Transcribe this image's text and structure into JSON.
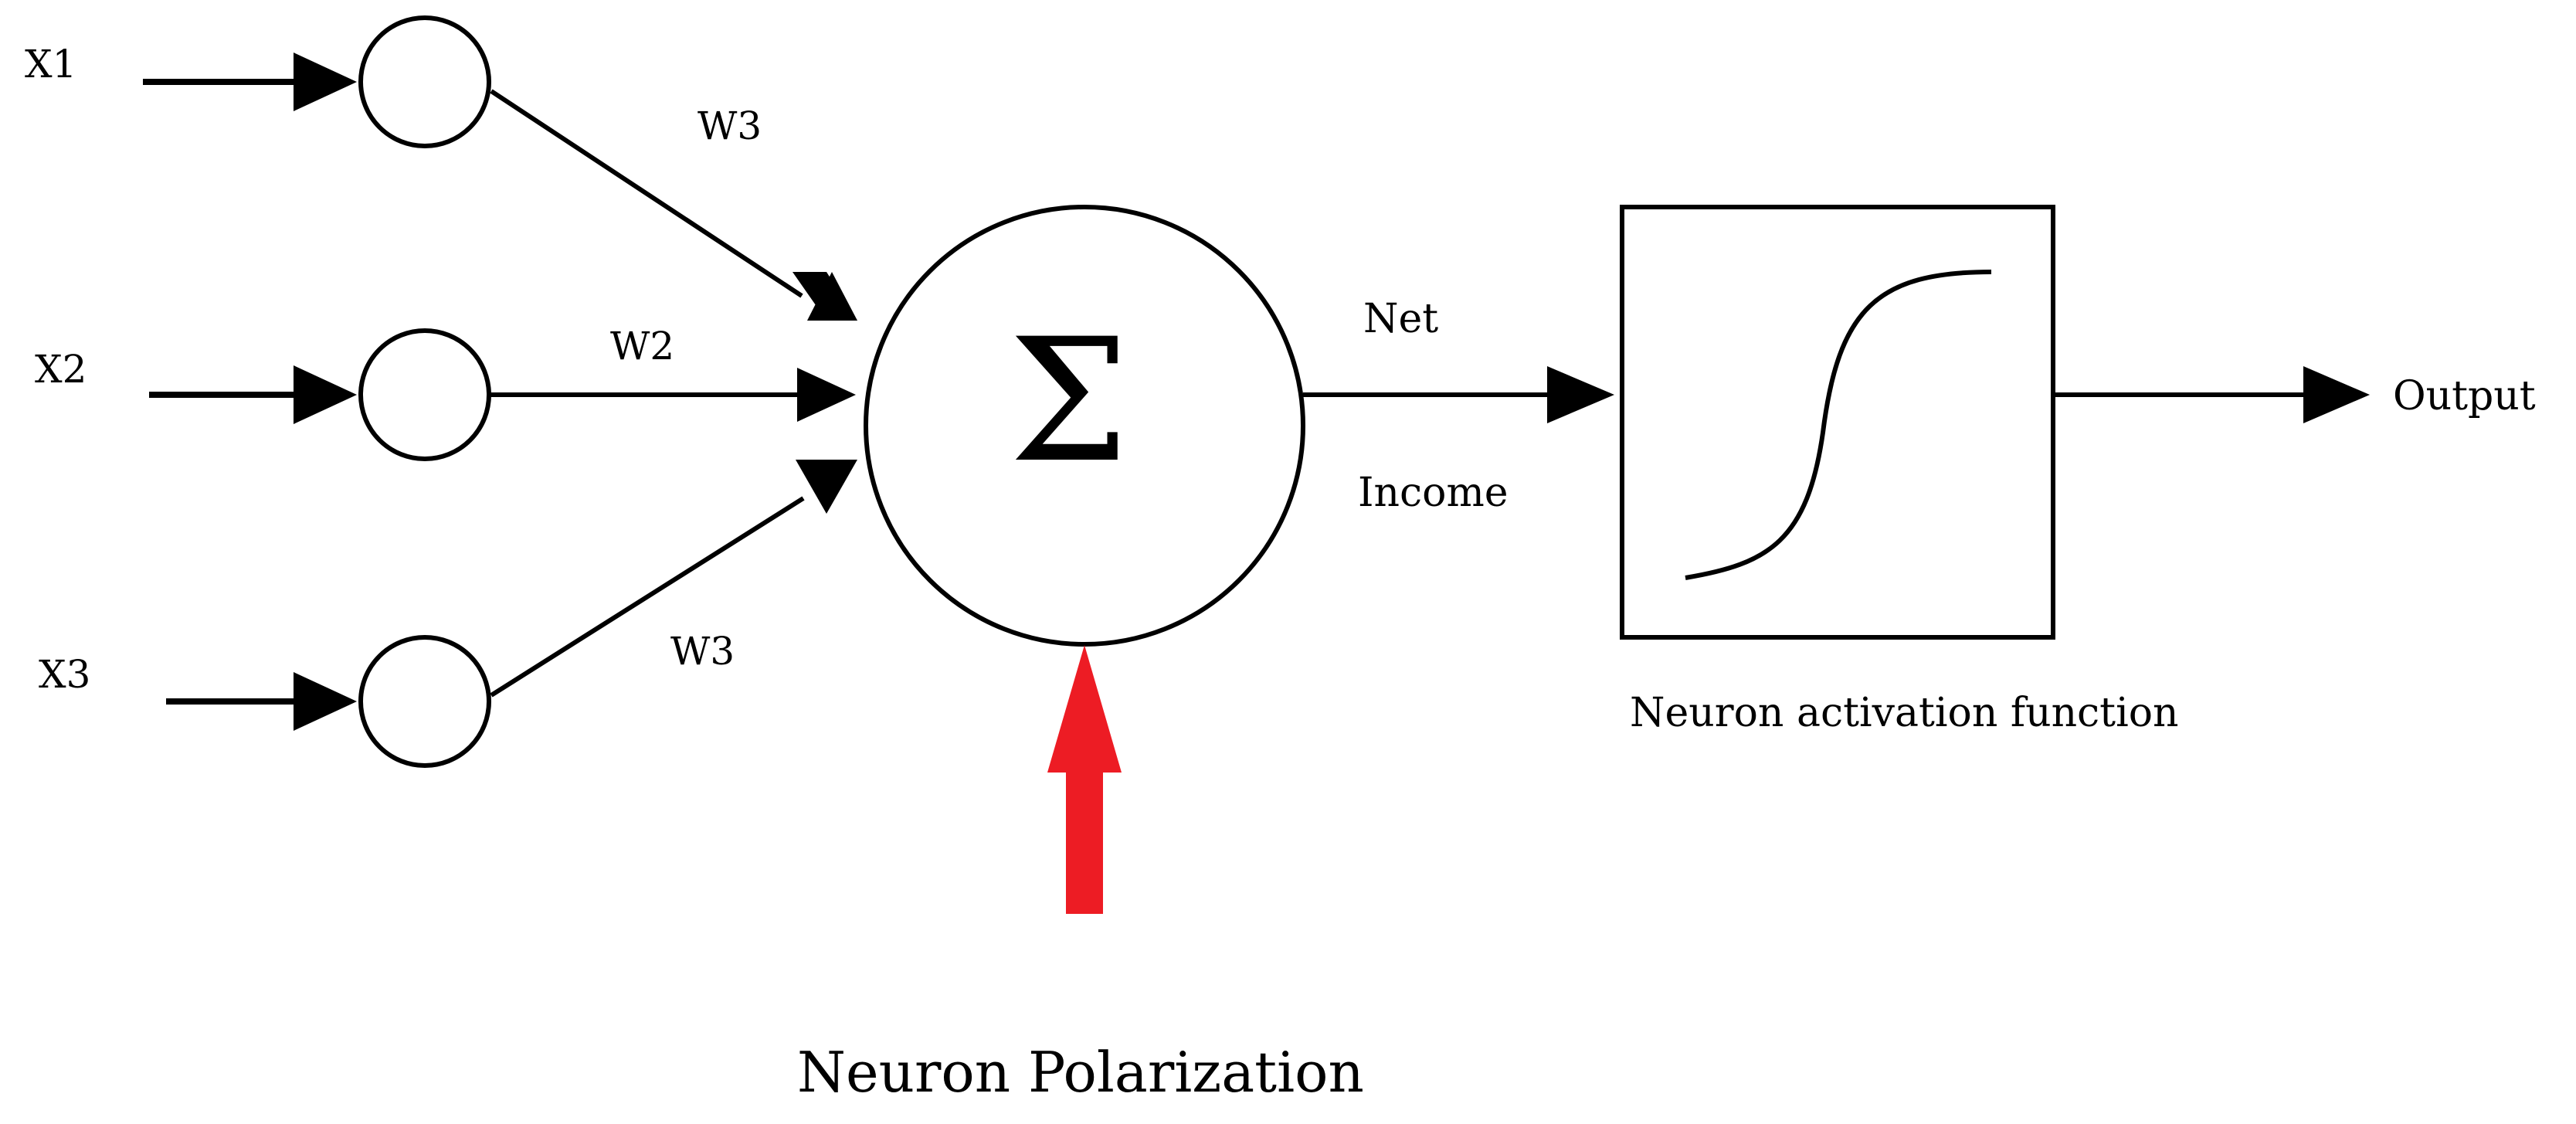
{
  "inputs": {
    "x1": "X1",
    "x2": "X2",
    "x3": "X3"
  },
  "weights": {
    "top": "W3",
    "middle": "W2",
    "bottom": "W3"
  },
  "summation": {
    "symbol": "Σ",
    "net_label": "Net",
    "income_label": "Income"
  },
  "activation": {
    "caption": "Neuron activation function"
  },
  "output_label": "Output",
  "bias_caption": "Neuron Polarization",
  "colors": {
    "line": "#000000",
    "bias_arrow": "#ed1c24",
    "background": "#ffffff"
  }
}
